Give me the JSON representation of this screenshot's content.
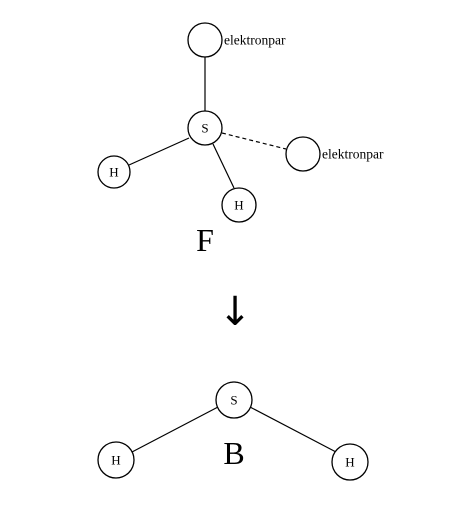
{
  "top_molecule": {
    "label": "F",
    "central_atom": "S",
    "hydrogen_left": "H",
    "hydrogen_right": "H",
    "lone_pair_top_label": "elektronpar",
    "lone_pair_right_label": "elektronpar"
  },
  "transition_arrow": "↓",
  "bottom_molecule": {
    "label": "B",
    "central_atom": "S",
    "hydrogen_left": "H",
    "hydrogen_right": "H"
  }
}
